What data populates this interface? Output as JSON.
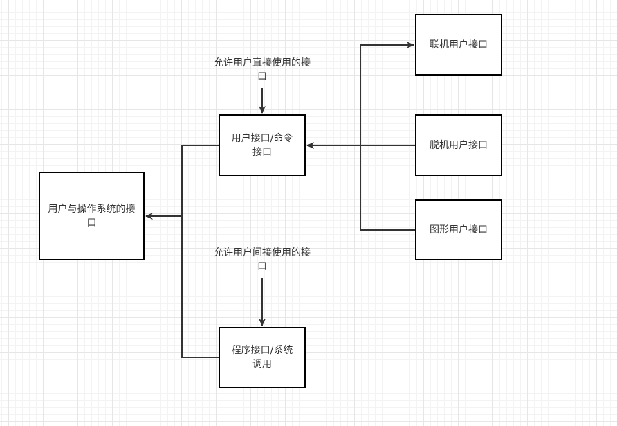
{
  "nodes": {
    "main": "用户与操作系统的接口",
    "command": "用户接口/命令接口",
    "program": "程序接口/系统调用",
    "online": "联机用户接口",
    "offline": "脱机用户接口",
    "graphic": "图形用户接口"
  },
  "labels": {
    "direct": "允许用户直接使用的接口",
    "indirect": "允许用户间接使用的接口"
  },
  "colors": {
    "line": "#333333",
    "border": "#000000",
    "text": "#333333"
  }
}
